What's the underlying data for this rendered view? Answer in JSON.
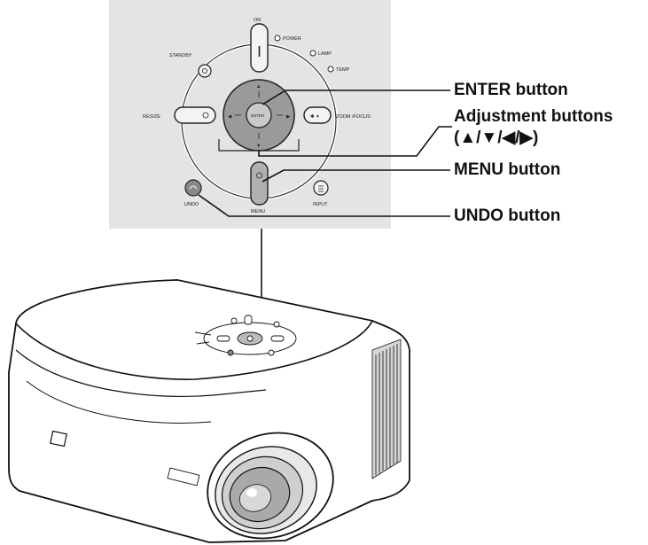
{
  "panel": {
    "labels": {
      "on": "ON",
      "standby": "STANDBY",
      "resize": "RESIZE",
      "zoom_focus": "ZOOM /FOCUS",
      "undo": "UNDO",
      "menu": "MENU",
      "input": "INPUT",
      "enter": "ENTER"
    },
    "indicators": [
      "POWER",
      "LAMP",
      "TEMP"
    ]
  },
  "callouts": {
    "enter": "ENTER button",
    "adjust": "Adjustment buttons",
    "adjust_arrows": "(▲/▼/◀/▶)",
    "menu": "MENU button",
    "undo": "UNDO button"
  },
  "colors": {
    "panel_bg": "#e4e4e4",
    "enter_fill": "#9a9a9a",
    "outline": "#222222"
  }
}
